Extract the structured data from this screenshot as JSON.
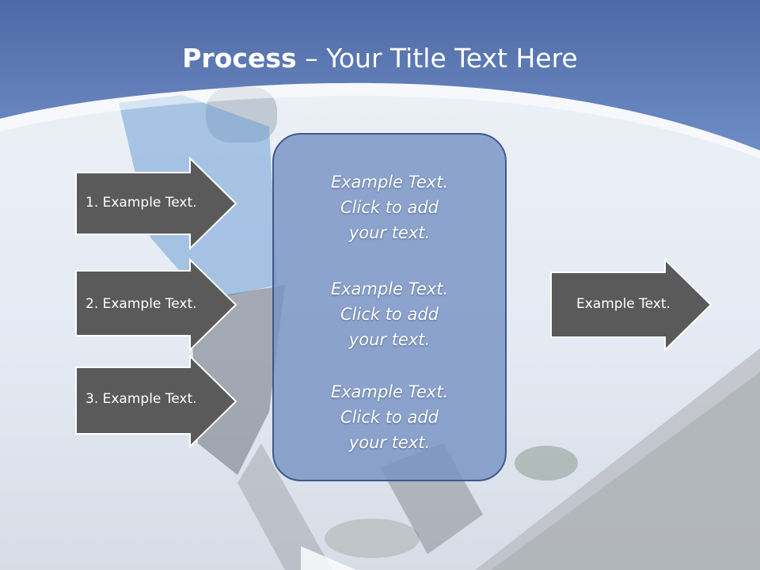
{
  "title": {
    "bold": "Process",
    "rest": " – Your Title Text Here"
  },
  "steps": [
    {
      "label": "1. Example Text."
    },
    {
      "label": "2. Example Text."
    },
    {
      "label": "3. Example Text."
    }
  ],
  "center_items": [
    {
      "text": "Example Text.\nClick  to add\nyour text."
    },
    {
      "text": "Example Text.\nClick  to add\nyour text."
    },
    {
      "text": "Example Text.\nClick  to add\nyour text."
    }
  ],
  "output": {
    "label": "Example Text."
  },
  "colors": {
    "header_blue": "#5f7cb8",
    "arrow_fill": "#5a5a5a",
    "center_fill": "#7892c4",
    "center_border": "#3f5a8c"
  }
}
